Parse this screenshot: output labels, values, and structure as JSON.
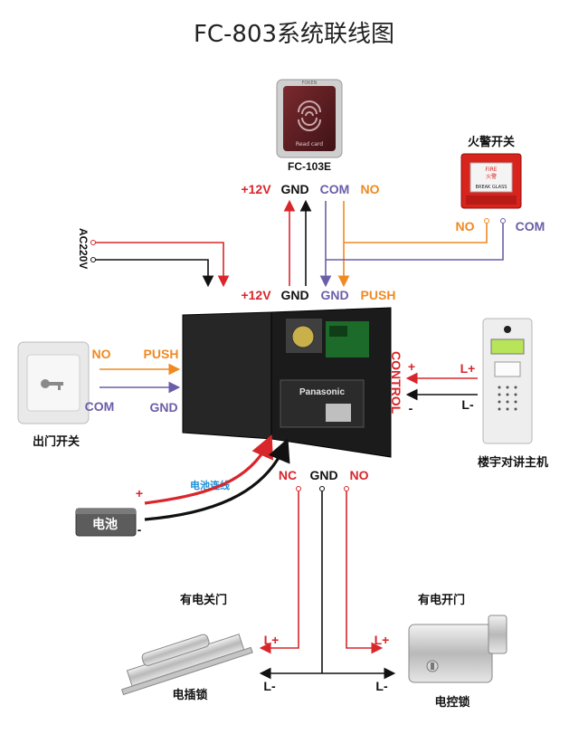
{
  "title": "FC-803系统联线图",
  "reader": {
    "model": "FC-103E",
    "card_text": "Read card",
    "brand": "FOKEN"
  },
  "reader_terminals": [
    "+12V",
    "GND",
    "COM",
    "NO"
  ],
  "controller_terminals": [
    "+12V",
    "GND",
    "GND",
    "PUSH"
  ],
  "power_input": "AC220V",
  "fire_switch": {
    "caption": "火警开关",
    "no": "NO",
    "com": "COM",
    "face_top": "FIRE",
    "face_sub": "火警",
    "face_line": "BREAK GLASS"
  },
  "exit_button": {
    "caption": "出门开关",
    "no": "NO",
    "com": "COM",
    "push": "PUSH",
    "gnd": "GND"
  },
  "intercom": {
    "caption": "楼宇对讲主机",
    "l_plus": "L+",
    "l_minus": "L-",
    "control": "CONTROL",
    "plus": "+",
    "minus": "-"
  },
  "battery": {
    "caption": "电池",
    "wire_label": "电池连线",
    "plus": "+",
    "minus": "-",
    "case_label": "Panasonic"
  },
  "outputs": [
    "NC",
    "GND",
    "NO"
  ],
  "bolt_lock": {
    "title": "有电关门",
    "caption": "电插锁",
    "l_plus": "L+",
    "l_minus": "L-"
  },
  "rim_lock": {
    "title": "有电开门",
    "caption": "电控锁",
    "l_plus": "L+",
    "l_minus": "L-"
  },
  "colors": {
    "red": "#d8262b",
    "orange": "#ef8a22",
    "purple": "#6c5da8",
    "black": "#111111",
    "blue": "#1f8fd6"
  }
}
